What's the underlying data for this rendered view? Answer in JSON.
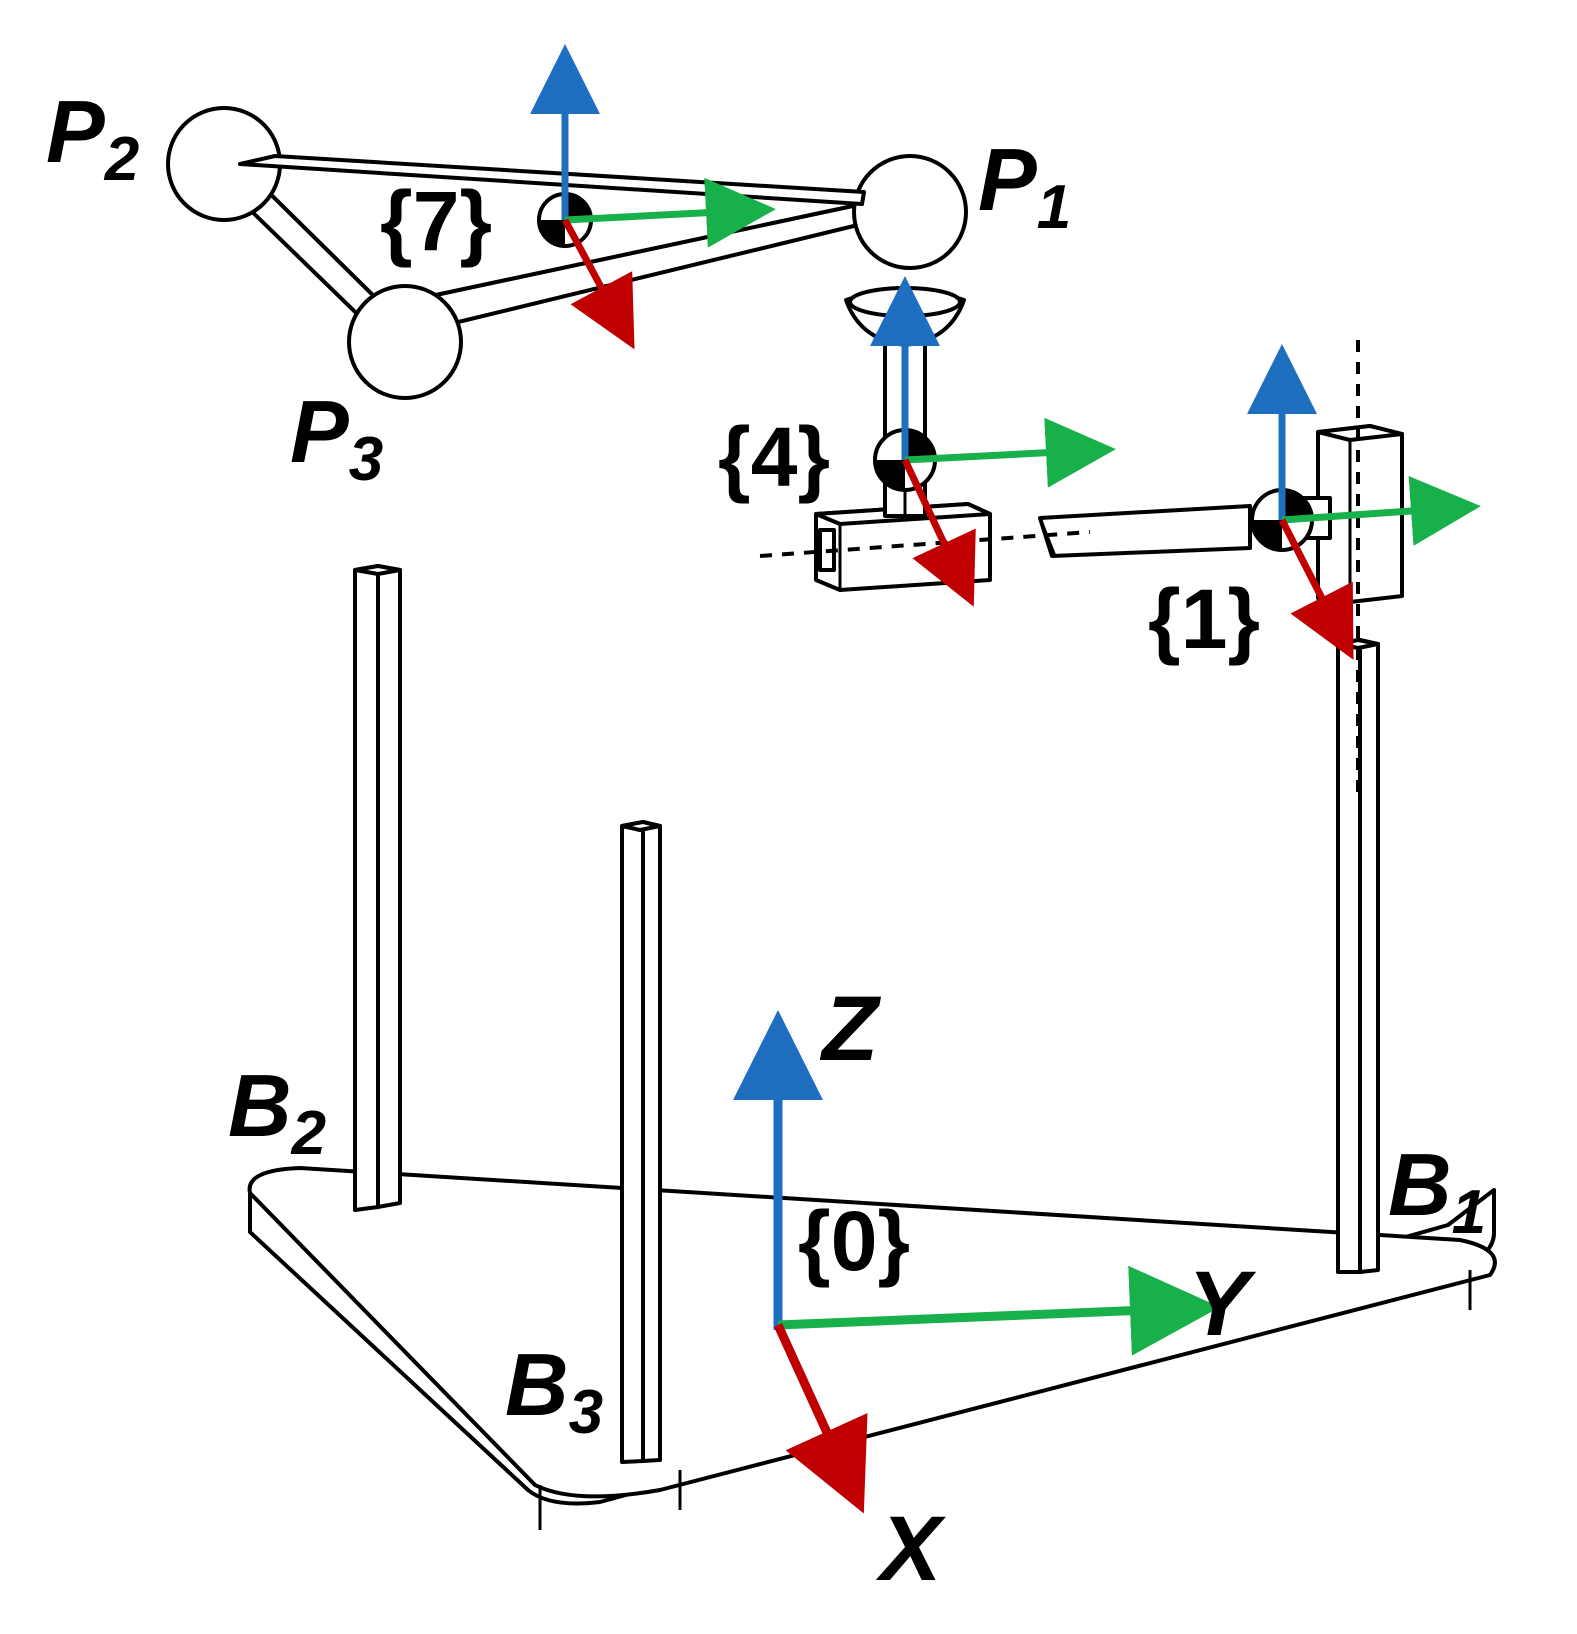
{
  "colors": {
    "z_axis": "#1f6fc0",
    "y_axis": "#18b04a",
    "x_axis": "#c00000"
  },
  "labels": {
    "P1": {
      "main": "P",
      "sub": "1"
    },
    "P2": {
      "main": "P",
      "sub": "2"
    },
    "P3": {
      "main": "P",
      "sub": "3"
    },
    "B1": {
      "main": "B",
      "sub": "1"
    },
    "B2": {
      "main": "B",
      "sub": "2"
    },
    "B3": {
      "main": "B",
      "sub": "3"
    }
  },
  "frames": {
    "f0": "{0}",
    "f1": "{1}",
    "f4": "{4}",
    "f7": "{7}"
  },
  "axes": {
    "x": "X",
    "y": "Y",
    "z": "Z"
  }
}
